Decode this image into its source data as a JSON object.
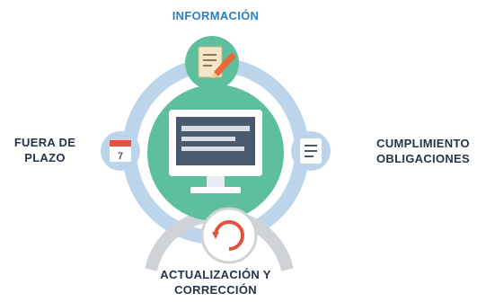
{
  "labels": {
    "top": "INFORMACIÓN",
    "left_line1": "FUERA DE",
    "left_line2": "PLAZO",
    "right_line1": "CUMPLIMIENTO",
    "right_line2": "OBLIGACIONES",
    "bottom_line1": "ACTUALIZACIÓN Y",
    "bottom_line2": "CORRECCIÓN"
  },
  "colors": {
    "center_disc": "#5dbf9c",
    "ring": "#bcd5ea",
    "bottom_arc": "#cfd3d7",
    "title_blue": "#2e7fbf",
    "label_dark": "#25344a"
  },
  "icons": {
    "top": "document-pencil-icon",
    "center": "computer-monitor-icon",
    "left": "calendar-icon",
    "right": "checklist-icon",
    "bottom": "refresh-icon"
  }
}
